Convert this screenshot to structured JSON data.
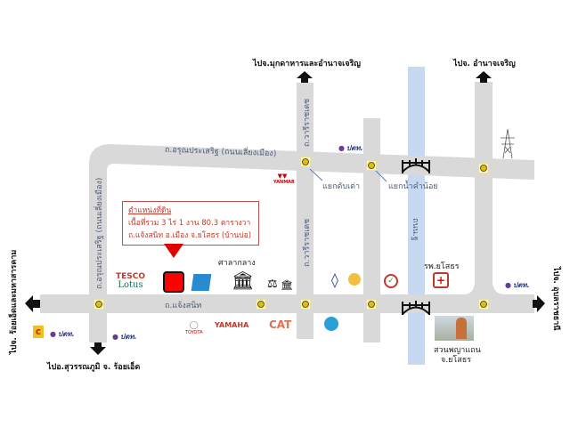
{
  "destinations": {
    "north_left": "ไปจ.มุกดาหารและอำนาจเจริญ",
    "north_right": "ไปจ. อำนาจเจริญ",
    "west": "ไปจ. ร้อยเอ็ดและมหาสารคาม",
    "east": "ไปจ. อุบลราชธานี",
    "south": "ไปอ.สุวรรณภูมิ จ. ร้อยเอ็ด"
  },
  "roads": {
    "upper": "ถ.อรุณประเสริฐ (ถนนเลี่ยงเมือง)",
    "left_vertical": "ถ.อรุณประเสริฐ (ถนนเลี่ยงเมือง)",
    "main": "ถ.แจ้งสนิท",
    "wari_upper": "ถ.วารีราชเดช",
    "wari_lower": "ถ.วารีราชเดช",
    "river_road": "ถนน.ฐ"
  },
  "intersections": {
    "tap_tao": "แยกดับเต่า",
    "nam_kam_noi": "แยกน้ำคำน้อย"
  },
  "property": {
    "title": "ตำแหน่งที่ดิน",
    "area": "เนื้อที่รวม 3 ไร่ 1 งาน 80.3 ตารางวา",
    "address": "ถ.แจ้งสนิท อ.เมือง จ.ยโสธร (บ้านบ่อ)"
  },
  "landmarks": {
    "city_hall": "ศาลากลาง",
    "hospital": "รพ.ยโสธร",
    "park_line1": "สวนพญาแถน",
    "park_line2": "จ.ยโสธร"
  },
  "logos": {
    "tesco": "TESCO",
    "lotus": "Lotus",
    "yanmar": "YANMAR",
    "yamaha": "YAMAHA",
    "toyota": "TOYOTA",
    "cat": "CAT",
    "ptt": "ปตท."
  },
  "colors": {
    "road": "#d9d9d9",
    "river": "#c6d9f0",
    "property_marker": "#ff0000",
    "infobox_text": "#c0392b"
  }
}
